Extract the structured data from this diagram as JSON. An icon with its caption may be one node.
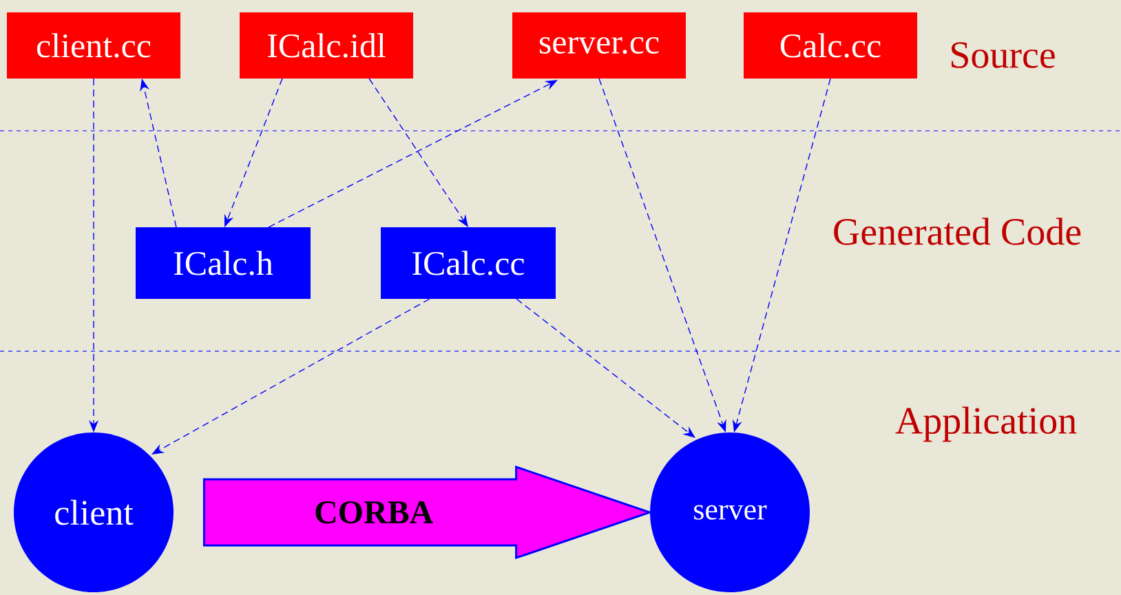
{
  "diagram": {
    "nodes": [
      {
        "text": [
          "client.cc"
        ]
      },
      {
        "text": [
          "ICalc.idl"
        ]
      },
      {
        "text": [
          "server.cc"
        ]
      },
      {
        "text": [
          "Calc.cc"
        ]
      },
      {
        "text": [
          "ICalc.h"
        ]
      },
      {
        "text": [
          "ICalc.cc"
        ]
      },
      {
        "text": [
          "client"
        ]
      },
      {
        "text": [
          "server"
        ]
      }
    ],
    "edges": [
      {
        "from": 0,
        "to": 6,
        "arrow": "to"
      },
      {
        "from": 4,
        "to": 0,
        "arrow": "to"
      },
      {
        "from": 1,
        "to": 4,
        "arrow": "to"
      },
      {
        "from": 1,
        "to": 5,
        "arrow": "to"
      },
      {
        "from": 4,
        "to": 2,
        "arrow": "to"
      },
      {
        "from": 2,
        "to": 7,
        "arrow": "to"
      },
      {
        "from": 3,
        "to": 7,
        "arrow": "to"
      },
      {
        "from": 5,
        "to": 6,
        "arrow": "to"
      },
      {
        "from": 5,
        "to": 7,
        "arrow": "to"
      },
      {
        "from": 6,
        "to": 7,
        "arrow": "to",
        "label": "CORBA",
        "style": "thick",
        "color": "#ff00ff"
      }
    ],
    "labels": [
      "Source",
      "Generated Code",
      "Application"
    ]
  }
}
